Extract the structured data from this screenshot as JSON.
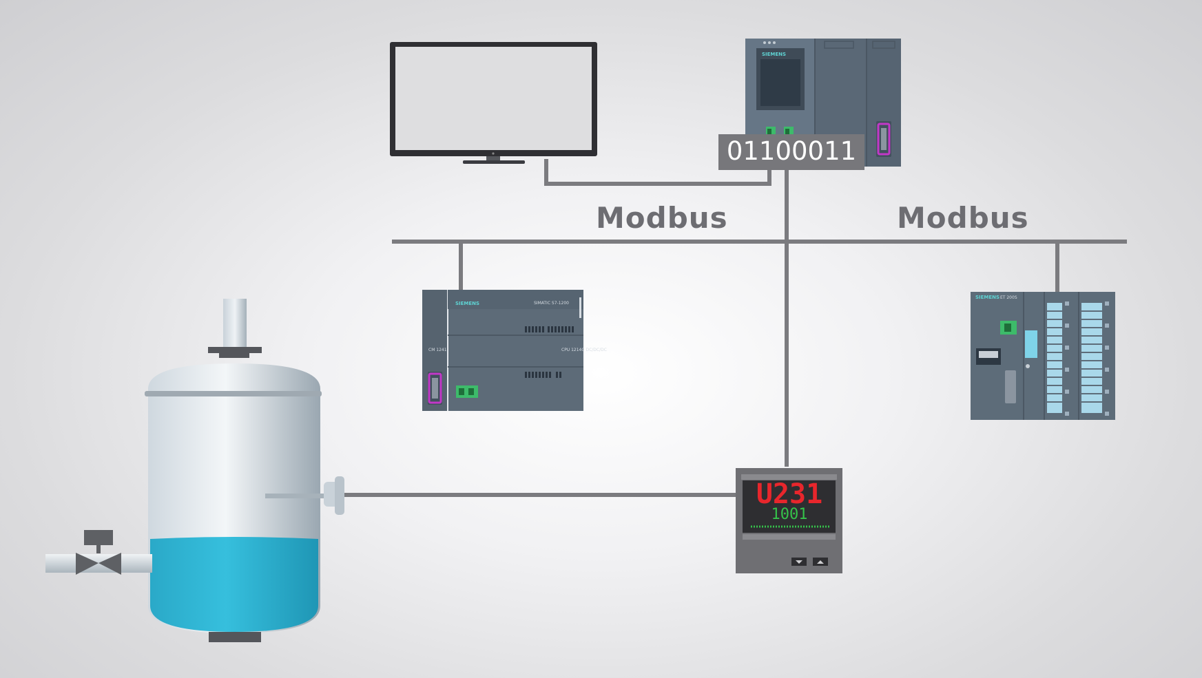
{
  "labels": {
    "network_left": "Modbus",
    "network_right": "Modbus",
    "binary_message": "01100011"
  },
  "devices": {
    "main_plc": {
      "brand": "SIEMENS"
    },
    "plc_s7_1200": {
      "brand": "SIEMENS",
      "model": "SIMATIC S7-1200",
      "module": "CM 1241",
      "cpu": "CPU 1214C DC/DC/DC"
    },
    "et200s": {
      "brand": "SIEMENS",
      "model": "ET 200S"
    },
    "controller": {
      "display_main": "U231",
      "display_secondary": "1001"
    }
  },
  "colors": {
    "cable": "#7b7b7f",
    "plc_body": "#5b6b7a",
    "water": "#2cb6d6",
    "display_red": "#e8262c",
    "display_green": "#35c24a"
  }
}
